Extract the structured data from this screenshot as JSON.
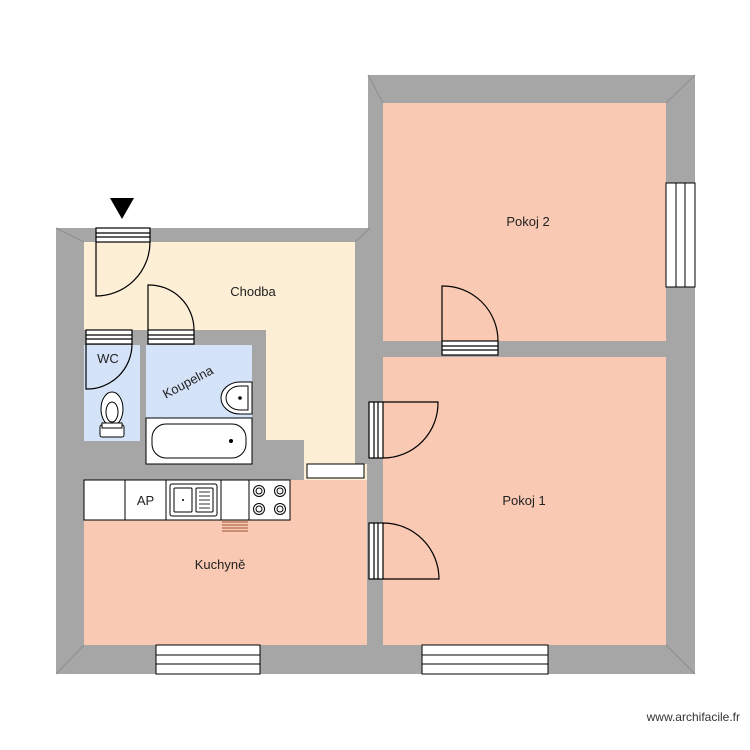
{
  "rooms": {
    "chodba": "Chodba",
    "pokoj2": "Pokoj 2",
    "pokoj1": "Pokoj 1",
    "kuchyne": "Kuchyně",
    "wc": "WC",
    "koupelna": "Koupelna"
  },
  "fixtures": {
    "ap": "AP"
  },
  "credit": "www.archifacile.fr",
  "colors": {
    "wall": "#a6a6a6",
    "corridor": "#fdefd6",
    "room": "#f9c9b3",
    "wet": "#d5e3f9",
    "stroke": "#000000"
  }
}
